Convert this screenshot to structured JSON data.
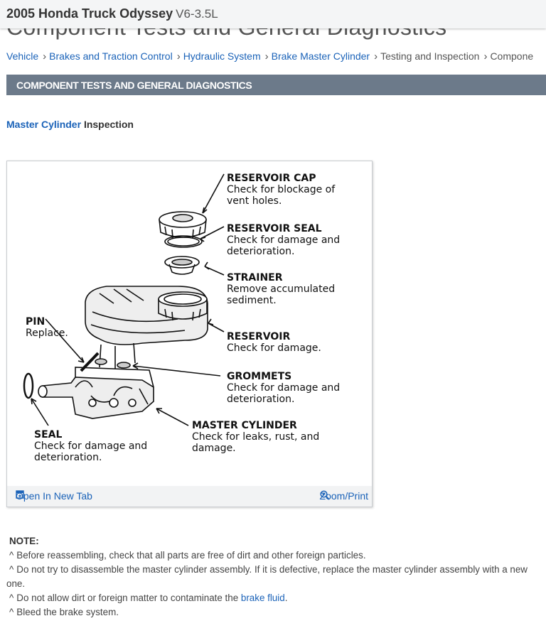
{
  "header": {
    "vehicle": "2005 Honda Truck Odyssey",
    "engine": "V6-3.5L"
  },
  "page_title": "Component Tests and General Diagnostics",
  "breadcrumb": {
    "items": [
      "Vehicle",
      "Brakes and Traction Control",
      "Hydraulic System",
      "Brake Master Cylinder",
      "Testing and Inspection",
      "Compone"
    ]
  },
  "section_title": "COMPONENT TESTS AND GENERAL DIAGNOSTICS",
  "subheading": {
    "link": "Master Cylinder",
    "text": "Inspection"
  },
  "figure": {
    "labels": {
      "reservoir_cap": "RESERVOIR CAP",
      "reservoir_cap_1": "Check for blockage of",
      "reservoir_cap_2": "vent holes.",
      "reservoir_seal": "RESERVOIR SEAL",
      "reservoir_seal_1": "Check for damage and",
      "reservoir_seal_2": "deterioration.",
      "strainer": "STRAINER",
      "strainer_1": "Remove accumulated",
      "strainer_2": "sediment.",
      "pin": "PIN",
      "pin_1": "Replace.",
      "reservoir": "RESERVOIR",
      "reservoir_1": "Check for damage.",
      "grommets": "GROMMETS",
      "grommets_1": "Check for damage and",
      "grommets_2": "deterioration.",
      "master_cylinder": "MASTER CYLINDER",
      "master_cylinder_1": "Check for leaks, rust, and",
      "master_cylinder_2": "damage.",
      "seal": "SEAL",
      "seal_1": "Check for damage and",
      "seal_2": "deterioration."
    },
    "open_label": "Open In New Tab",
    "zoom_label": "Zoom/Print"
  },
  "note": {
    "heading": "NOTE:",
    "items": [
      "Before reassembling, check that all parts are free of dirt and other foreign particles.",
      "Do not try to disassemble the master cylinder assembly. If it is defective, replace the master cylinder assembly with a new one."
    ],
    "item3_pre": "Do not allow dirt or foreign matter to contaminate the ",
    "item3_link": "brake fluid",
    "item3_post": ".",
    "item4": "Bleed the brake system."
  }
}
